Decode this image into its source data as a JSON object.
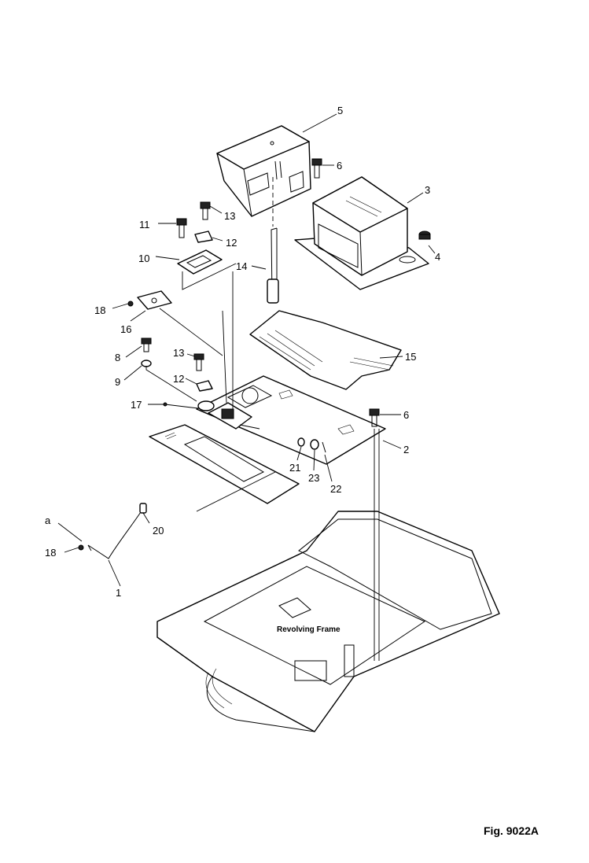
{
  "figure": {
    "caption": "Fig. 9022A",
    "frame_label": "Revolving Frame",
    "callout_a": "a",
    "callouts": [
      "5",
      "6",
      "3",
      "4",
      "13",
      "11",
      "12",
      "10",
      "14",
      "18",
      "16",
      "15",
      "8",
      "13",
      "9",
      "12",
      "17",
      "6",
      "2",
      "21",
      "23",
      "22",
      "20",
      "18",
      "1"
    ]
  }
}
